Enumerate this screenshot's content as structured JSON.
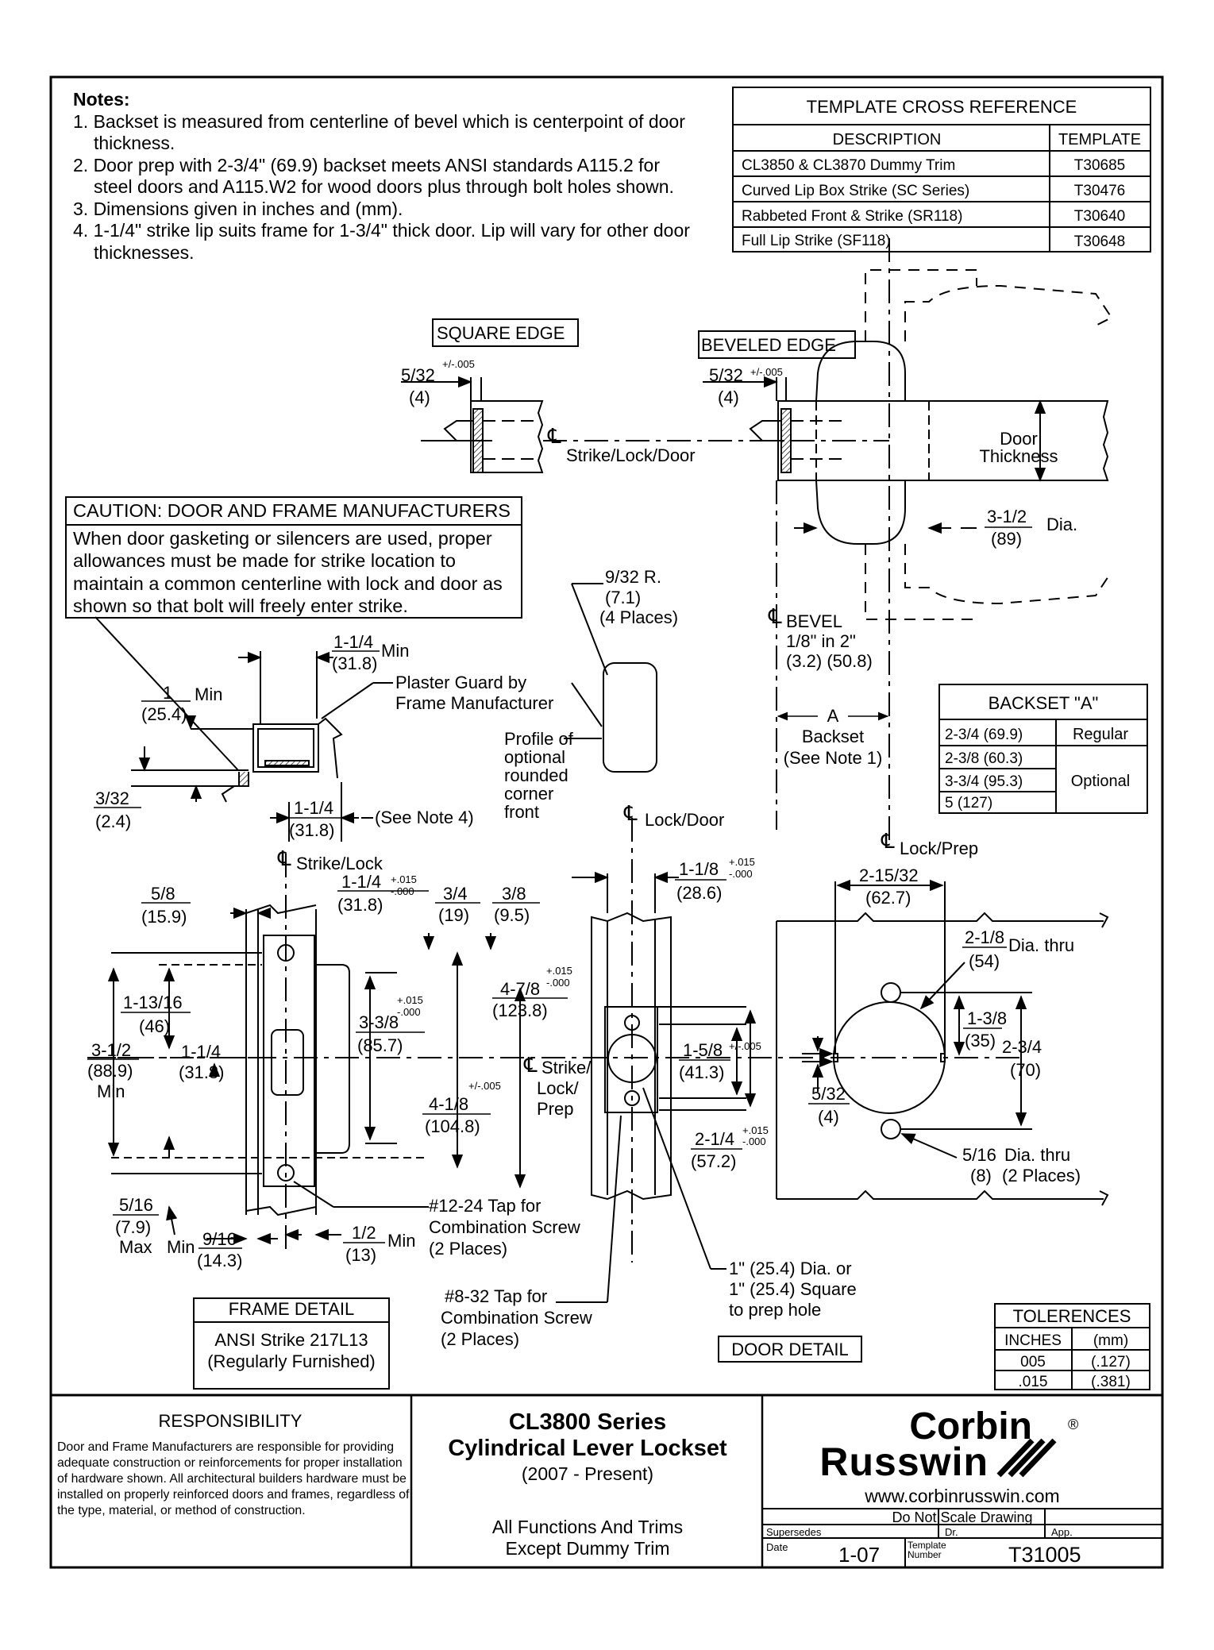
{
  "notes": {
    "heading": "Notes:",
    "items": [
      "1. Backset is measured from centerline of bevel which is centerpoint of door thickness.",
      "2. Door prep with 2-3/4\" (69.9) backset meets ANSI standards A115.2 for steel doors and A115.W2 for wood doors plus through bolt holes shown.",
      "3. Dimensions given in inches and (mm).",
      "4. 1-1/4\" strike lip suits frame for 1-3/4\" thick door. Lip will vary for other door thicknesses."
    ]
  },
  "template_xref": {
    "title": "TEMPLATE CROSS REFERENCE",
    "col_desc": "DESCRIPTION",
    "col_tmpl": "TEMPLATE",
    "rows": [
      {
        "desc": "CL3850 & CL3870 Dummy Trim",
        "tmpl": "T30685"
      },
      {
        "desc": "Curved Lip Box Strike (SC Series)",
        "tmpl": "T30476"
      },
      {
        "desc": "Rabbeted Front & Strike (SR118)",
        "tmpl": "T30640"
      },
      {
        "desc": "Full Lip Strike (SF118)",
        "tmpl": "T30648"
      }
    ]
  },
  "caution": {
    "title": "CAUTION: DOOR AND FRAME MANUFACTURERS",
    "body": "When door gasketing or silencers are used, proper allowances must be made for strike location to maintain a common centerline with lock and door as shown so that bolt will freely enter strike."
  },
  "edge": {
    "square_label": "SQUARE EDGE",
    "beveled_label": "BEVELED EDGE",
    "sq_dim": "5/32",
    "sq_tol": "+/-.005",
    "sq_mm": "(4)",
    "bv_dim": "5/32",
    "bv_tol": "+/-.005",
    "bv_mm": "(4)",
    "centerline": "Strike/Lock/Door",
    "door_thickness_1": "Door",
    "door_thickness_2": "Thickness",
    "dia": "3-1/2",
    "dia_mm": "(89)",
    "dia_suffix": "Dia.",
    "bevel": "BEVEL",
    "bevel_ratio": "1/8\" in 2\"",
    "bevel_mm": "(3.2) (50.8)",
    "backset_a": "A",
    "backset": "Backset",
    "backset_note": "(See Note 1)"
  },
  "backset_table": {
    "title": "BACKSET \"A\"",
    "rows": [
      "2-3/4 (69.9)",
      "2-3/8 (60.3)",
      "3-3/4 (95.3)",
      "5 (127)"
    ],
    "regular": "Regular",
    "optional": "Optional"
  },
  "frame_detail": {
    "dim_114": "1-1/4",
    "dim_114_mm": "(31.8)",
    "min": "Min",
    "plaster_1": "Plaster Guard by",
    "plaster_2": "Frame Manufacturer",
    "dim_1": "1",
    "dim_1_mm": "(25.4)",
    "dim_332": "3/32",
    "dim_332_mm": "(2.4)",
    "lip": "1-1/4",
    "lip_mm": "(31.8)",
    "see_note4": "(See Note 4)",
    "strike_lock": "Strike/Lock",
    "d58": "5/8",
    "d58_mm": "(15.9)",
    "d114b": "1-1/4",
    "tol_015": "+.015",
    "tol_000": "-.000",
    "d114b_mm": "(31.8)",
    "d34": "3/4",
    "d34_mm": "(19)",
    "d38": "3/8",
    "d38_mm": "(9.5)",
    "d11316": "1-13/16",
    "d11316_mm": "(46)",
    "d312": "3-1/2",
    "d312_mm": "(88.9)",
    "d312_min": "Min",
    "d114c": "1-1/4",
    "d114c_mm": "(31.8)",
    "d338": "3-3/8",
    "d338_mm": "(85.7)",
    "d478": "4-7/8",
    "d478_mm": "(123.8)",
    "d418": "4-1/8",
    "d418_mm": "(104.8)",
    "d516": "5/16",
    "d516_mm": "(7.9)",
    "max": "Max",
    "d916": "9/16",
    "d916_mm": "(14.3)",
    "d12": "1/2",
    "d12_mm": "(13)",
    "tap_1": "#12-24 Tap for",
    "tap_2": "Combination Screw",
    "tap_3": "(2 Places)",
    "box_title": "FRAME DETAIL",
    "box_l1": "ANSI Strike 217L13",
    "box_l2": "(Regularly Furnished)"
  },
  "door_detail": {
    "r932": "9/32 R.",
    "r932_mm": "(7.1)",
    "r932_places": "(4 Places)",
    "profile_1": "Profile of",
    "profile_2": "optional",
    "profile_3": "rounded",
    "profile_4": "corner",
    "profile_5": "front",
    "lock_door": "Lock/Door",
    "d118": "1-1/8",
    "d118_mm": "(28.6)",
    "strike_c1": "Strike/",
    "strike_c2": "Lock/",
    "strike_c3": "Prep",
    "d158": "1-5/8",
    "d158_tol": "+/-.005",
    "d158_mm": "(41.3)",
    "d214": "2-1/4",
    "d214_mm": "(57.2)",
    "tap_1": "#8-32 Tap for",
    "tap_2": "Combination Screw",
    "tap_3": "(2 Places)",
    "hole_1": "1\" (25.4) Dia. or",
    "hole_2": "1\" (25.4) Square",
    "hole_3": "to prep hole",
    "label": "DOOR DETAIL"
  },
  "prep_detail": {
    "lock_prep": "Lock/Prep",
    "d21532": "2-15/32",
    "d21532_mm": "(62.7)",
    "d218": "2-1/8",
    "d218_dia": "Dia. thru",
    "d218_mm": "(54)",
    "d138": "1-3/8",
    "d138_mm": "(35)",
    "d234": "2-3/4",
    "d234_mm": "(70)",
    "d532": "5/32",
    "d532_mm": "(4)",
    "d516": "5/16",
    "d516_dia": "Dia. thru",
    "d516_mm": "(8)",
    "d516_places": "(2 Places)"
  },
  "tolerances": {
    "title": "TOLERENCES",
    "col_in": "INCHES",
    "col_mm": "(mm)",
    "rows": [
      [
        "005",
        "(.127)"
      ],
      [
        ".015",
        "(.381)"
      ]
    ]
  },
  "responsibility": {
    "title": "RESPONSIBILITY",
    "body": "Door and Frame Manufacturers are responsible for providing adequate construction or reinforcements for proper installation of hardware shown. All architectural builders hardware must be installed on properly reinforced doors and frames, regardless of the type, material, or method of construction."
  },
  "title_block": {
    "l1": "CL3800 Series",
    "l2": "Cylindrical Lever Lockset",
    "l3": "(2007 - Present)",
    "l4": "All Functions And Trims",
    "l5": "Except Dummy Trim",
    "brand_1": "Corbin",
    "brand_2": "Russwin",
    "reg": "®",
    "url": "www.corbinrusswin.com",
    "no_scale": "Do Not Scale Drawing",
    "supersedes": "Supersedes",
    "dr": "Dr.",
    "app": "App.",
    "date_lbl": "Date",
    "date": "1-07",
    "tmpl_lbl_1": "Template",
    "tmpl_lbl_2": "Number",
    "tmpl": "T31005"
  }
}
